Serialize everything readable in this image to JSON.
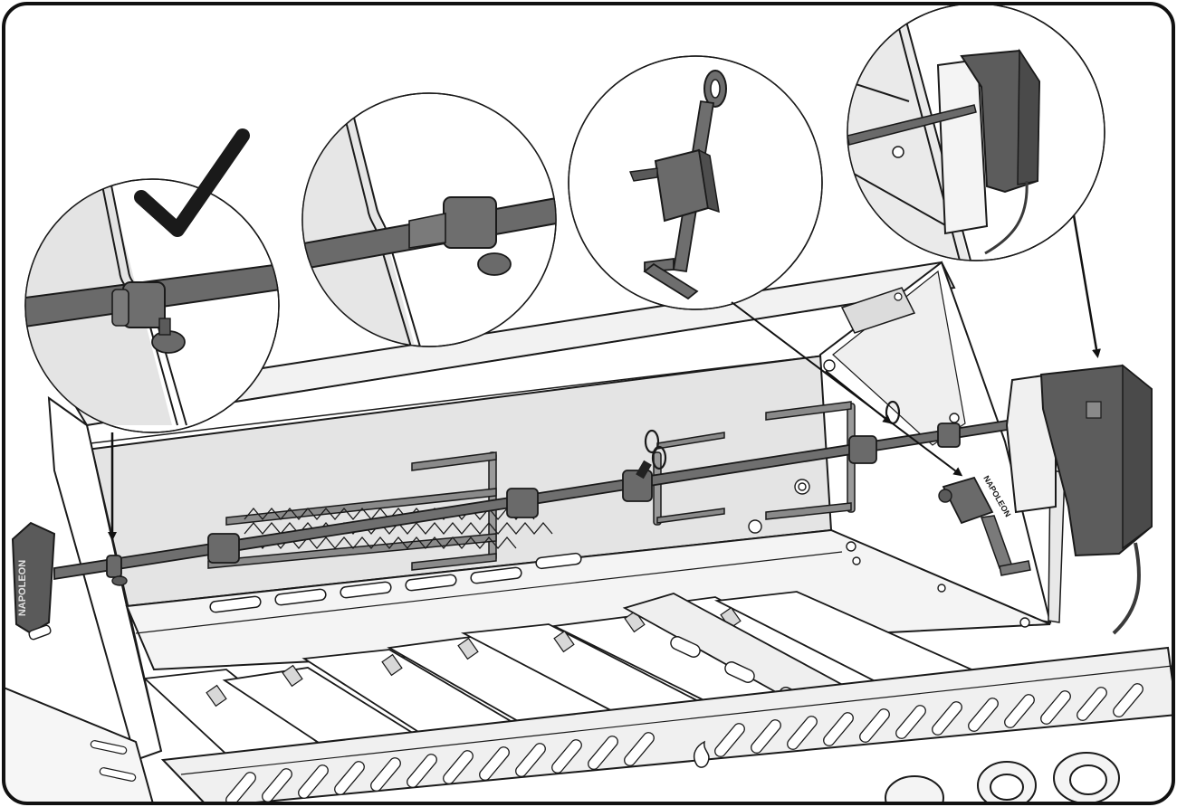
{
  "figure": {
    "kind": "line-art assembly illustration",
    "subject": "rotisserie spit installation on grill",
    "palette": {
      "ink": "#1a1a1a",
      "panel": "#e6e6e6",
      "panel_light": "#f2f2f2",
      "metal": "#6f6f6f",
      "metal_dark": "#4a4a4a",
      "motor": "#5c5c5c",
      "paper": "#ffffff"
    }
  },
  "callouts": [
    {
      "id": "detail-correct-seat",
      "shows": "spit collar seated in hood slot",
      "check_mark": true
    },
    {
      "id": "detail-thumbscrew",
      "shows": "collar with thumbscrew on spit"
    },
    {
      "id": "detail-counterweight",
      "shows": "counterweight on offset arm"
    },
    {
      "id": "detail-motor-bracket",
      "shows": "motor on side bracket"
    }
  ],
  "parts": {
    "handle_text": "NAPOLEON",
    "panel_text": "NAPOLEON",
    "motor_icon": "motor-icon",
    "check_icon": "check-icon",
    "arrow_icon": "arrow-down-icon",
    "flame_icon": "flame-logo-icon"
  }
}
